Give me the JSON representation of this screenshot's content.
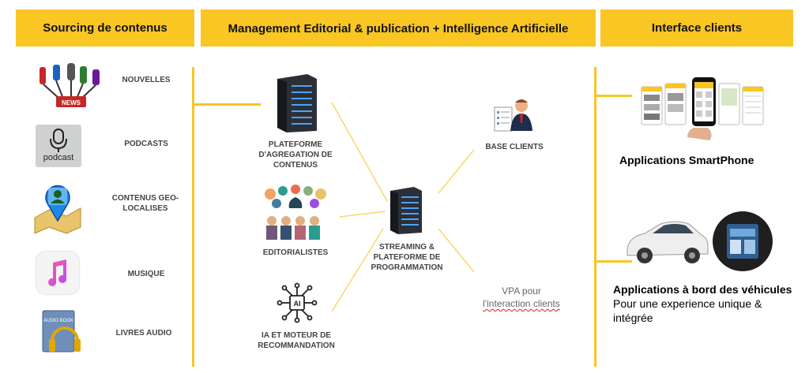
{
  "headers": {
    "sourcing": "Sourcing de contenus",
    "management": "Management Editorial & publication + Intelligence Artificielle",
    "interface": "Interface clients"
  },
  "sources": [
    {
      "label": "NOUVELLES",
      "icon": "news-microphones-icon"
    },
    {
      "label": "PODCASTS",
      "icon": "podcast-icon",
      "icon_text": "podcast"
    },
    {
      "label": "CONTENUS GEO-LOCALISES",
      "icon": "map-pin-icon"
    },
    {
      "label": "MUSIQUE",
      "icon": "music-note-icon"
    },
    {
      "label": "LIVRES AUDIO",
      "icon": "audiobook-icon",
      "icon_text": "AUDIO BOOK"
    }
  ],
  "middle": {
    "aggregation": "PLATEFORME D'AGREGATION DE CONTENUS",
    "editorialists": "EDITORIALISTES",
    "ai": "IA ET MOTEUR DE RECOMMANDATION",
    "ai_chip_text": "AI",
    "streaming": "STREAMING & PLATEFORME DE PROGRAMMATION",
    "base_clients": "BASE CLIENTS",
    "vpa_line1": "VPA pour",
    "vpa_line2": "l'interaction clients"
  },
  "clients": {
    "smartphone": "Applications SmartPhone",
    "vehicle_title": "Applications à bord des véhicules",
    "vehicle_sub": "Pour une experience unique & intégrée"
  },
  "colors": {
    "accent": "#F9C623",
    "text_grey": "#444444"
  }
}
